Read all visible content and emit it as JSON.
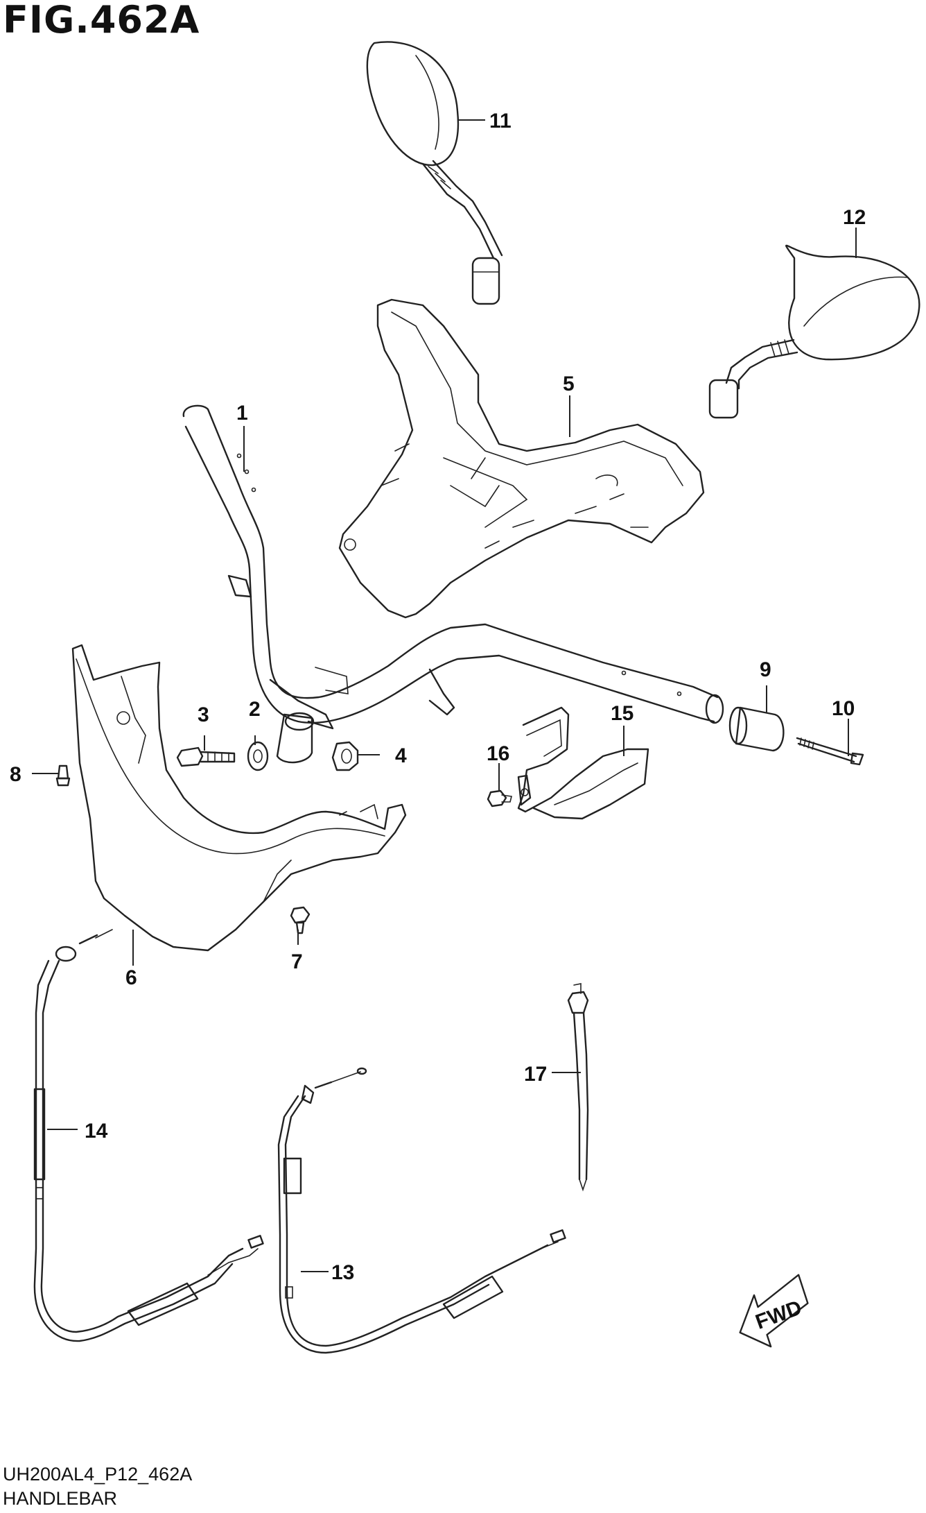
{
  "figure": {
    "title": "FIG.462A",
    "code": "UH200AL4_P12_462A",
    "name": "HANDLEBAR"
  },
  "callouts": {
    "c1": "1",
    "c2": "2",
    "c3": "3",
    "c4": "4",
    "c5": "5",
    "c6": "6",
    "c7": "7",
    "c8": "8",
    "c9": "9",
    "c10": "10",
    "c11": "11",
    "c12": "12",
    "c13": "13",
    "c14": "14",
    "c15": "15",
    "c16": "16",
    "c17": "17"
  },
  "fwd_label": "FWD",
  "colors": {
    "ink": "#222222",
    "background": "#ffffff"
  }
}
